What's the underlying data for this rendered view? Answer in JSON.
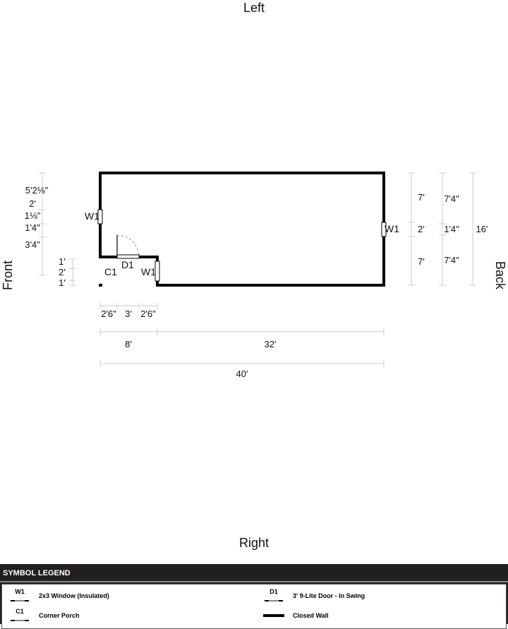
{
  "sides": {
    "top": "Left",
    "bottom": "Right",
    "left": "Front",
    "right": "Back"
  },
  "labels": {
    "w1_left": "W1",
    "w1_right": "W1",
    "w1_porch": "W1",
    "d1": "D1",
    "c1": "C1"
  },
  "dims_left": [
    "5'2⅛\"",
    "2'",
    "1⅛\"",
    "1'4\"",
    "3'4\""
  ],
  "dims_porch": [
    "1'",
    "2'",
    "1'"
  ],
  "dims_bottom_1": [
    "2'6\"",
    "3'",
    "2'6\""
  ],
  "dims_bottom_2": [
    "8'",
    "32'"
  ],
  "dims_bottom_3": "40'",
  "dims_right_1": [
    "7'",
    "2'",
    "7'"
  ],
  "dims_right_2": [
    "7'4\"",
    "1'4\"",
    "7'4\""
  ],
  "dims_right_3": "16'",
  "legend": {
    "title": "SYMBOL LEGEND",
    "items": [
      {
        "code": "W1",
        "label": "2x3 Window (Insulated)"
      },
      {
        "code": "D1",
        "label": "3' 9-Lite Door - In Swing"
      },
      {
        "code": "C1",
        "label": "Corner Porch"
      },
      {
        "code": "",
        "label": "Closed Wall"
      }
    ]
  }
}
